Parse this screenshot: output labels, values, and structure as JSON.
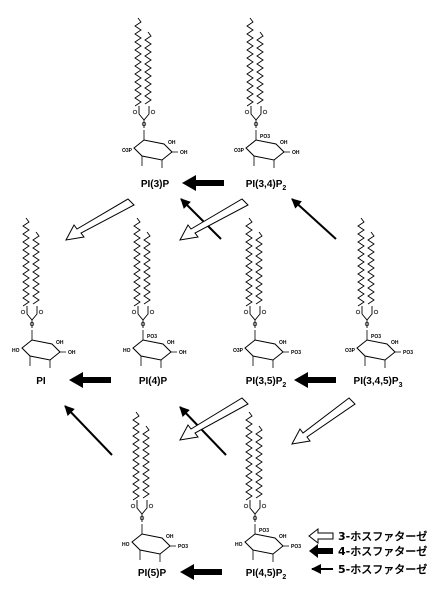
{
  "compounds": [
    {
      "id": "pi3p",
      "label": "PI(3)P"
    },
    {
      "id": "pi34p2",
      "label": "PI(3,4)P",
      "sub": "2"
    },
    {
      "id": "pi",
      "label": "PI"
    },
    {
      "id": "pi4p",
      "label": "PI(4)P"
    },
    {
      "id": "pi35p2",
      "label": "PI(3,5)P",
      "sub": "2"
    },
    {
      "id": "pi345p3",
      "label": "PI(3,4,5)P",
      "sub": "3"
    },
    {
      "id": "pi5p",
      "label": "PI(5)P"
    },
    {
      "id": "pi45p2",
      "label": "PI(4,5)P",
      "sub": "2"
    }
  ],
  "legend": [
    {
      "style": "open",
      "label": "3-ホスファターゼ"
    },
    {
      "style": "thick",
      "label": "4-ホスファターゼ"
    },
    {
      "style": "thin",
      "label": "5-ホスファターゼ"
    }
  ],
  "ring_atoms": {
    "ho": "HO",
    "oh": "OH",
    "po3": "PO",
    "o3p": "O",
    "p": "P",
    "three": "3"
  }
}
